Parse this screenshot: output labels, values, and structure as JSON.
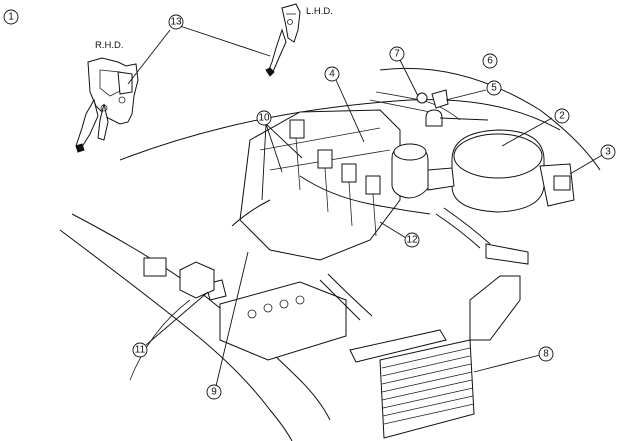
{
  "diagram": {
    "figure_callout": "1",
    "side_labels": {
      "rhd": "R.H.D.",
      "lhd": "L.H.D."
    },
    "callouts": [
      {
        "id": "c2",
        "number": "2"
      },
      {
        "id": "c3",
        "number": "3"
      },
      {
        "id": "c4",
        "number": "4"
      },
      {
        "id": "c5",
        "number": "5"
      },
      {
        "id": "c6",
        "number": "6"
      },
      {
        "id": "c7",
        "number": "7"
      },
      {
        "id": "c8",
        "number": "8"
      },
      {
        "id": "c9",
        "number": "9"
      },
      {
        "id": "c10",
        "number": "10"
      },
      {
        "id": "c11",
        "number": "11"
      },
      {
        "id": "c12",
        "number": "12"
      },
      {
        "id": "c13",
        "number": "13"
      }
    ]
  }
}
